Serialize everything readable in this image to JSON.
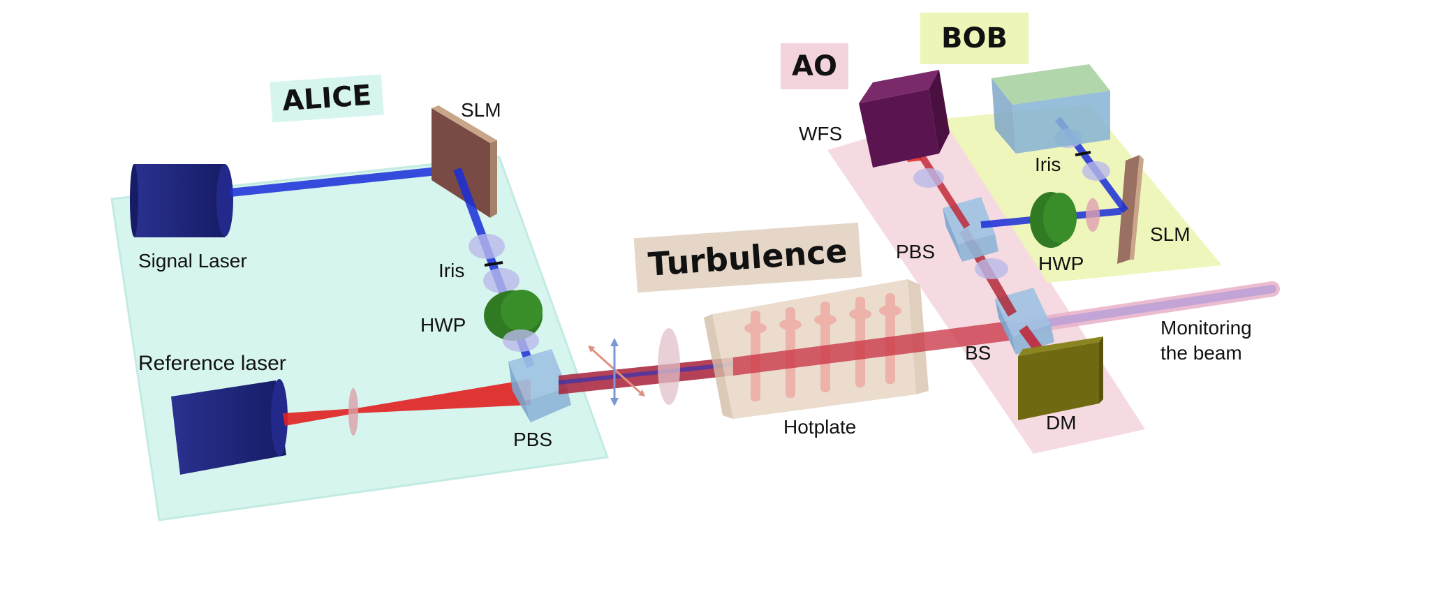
{
  "titles": {
    "alice": "ALICE",
    "bob": "BOB",
    "ao": "AO",
    "turbulence": "Turbulence"
  },
  "labels": {
    "signal_laser": "Signal Laser",
    "reference_laser": "Reference laser",
    "slm_alice": "SLM",
    "iris_alice": "Iris",
    "hwp_alice": "HWP",
    "pbs_alice": "PBS",
    "hotplate": "Hotplate",
    "wfs": "WFS",
    "pbs_bob": "PBS",
    "iris_bob": "Iris",
    "hwp_bob": "HWP",
    "slm_bob": "SLM",
    "bs": "BS",
    "dm": "DM",
    "monitoring_line1": "Monitoring",
    "monitoring_line2": "the beam"
  },
  "colors": {
    "alice_region": "#d6f5ee",
    "bob_region": "#eef5b8",
    "ao_region": "#f3d3dc",
    "turbulence_box": "#e8d6c6",
    "signal_beam": "#1a2ed8",
    "reference_beam": "#e02020",
    "laser_body": "#1c237a",
    "hwp": "#2f7a22",
    "wfs": "#5a1450",
    "dm": "#6f6a12",
    "cube": "#8fb5d8"
  }
}
